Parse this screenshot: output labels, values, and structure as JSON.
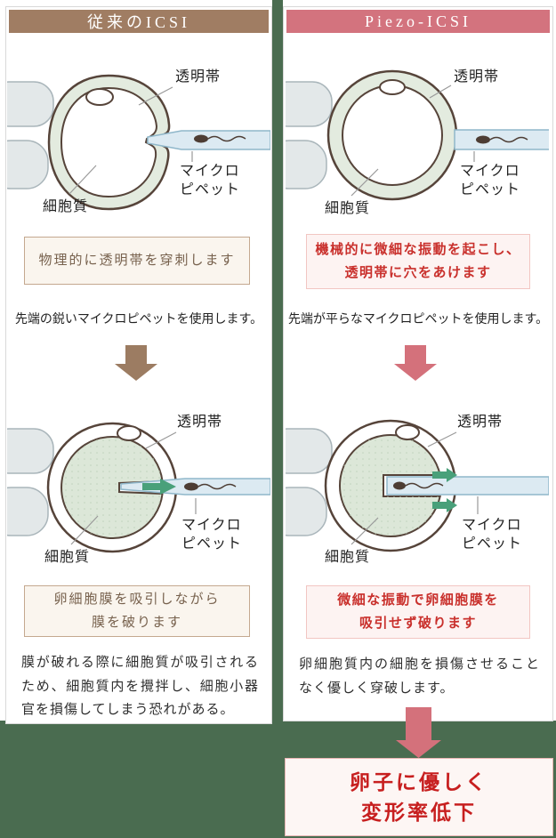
{
  "colors": {
    "background_green": "#4a6c50",
    "header_brown": "#a07d63",
    "header_pink": "#d3737e",
    "accent_brown": "#77614d",
    "accent_red": "#c9302c",
    "egg_ring_green": "#e3ebdf",
    "cytoplasm_green": "#dce7d8",
    "pipette_blue": "#dceaf2",
    "suction_arrow_green": "#49a07a"
  },
  "left": {
    "header": "従来のICSI",
    "box1": "物理的に透明帯を穿刺します",
    "caption1": "先端の鋭いマイクロピペットを使用します。",
    "box2_line1": "卵細胞膜を吸引しながら",
    "box2_line2": "膜を破ります",
    "note": "膜が破れる際に細胞質が吸引されるため、細胞質内を攪拌し、細胞小器官を損傷してしまう恐れがある。"
  },
  "right": {
    "header": "Piezo-ICSI",
    "box1_line1": "機械的に微細な振動を起こし、",
    "box1_line2": "透明帯に穴をあけます",
    "caption1": "先端が平らなマイクロピペットを使用します。",
    "box2_line1": "微細な振動で卵細胞膜を",
    "box2_line2": "吸引せず破ります",
    "note": "卵細胞質内の細胞を損傷させることなく優しく穿破します。"
  },
  "diagram_labels": {
    "zona": "透明帯",
    "micro_line1": "マイクロ",
    "micro_line2": "ピペット",
    "cytoplasm": "細胞質"
  },
  "result": {
    "line1": "卵子に優しく",
    "line2": "変形率低下"
  }
}
